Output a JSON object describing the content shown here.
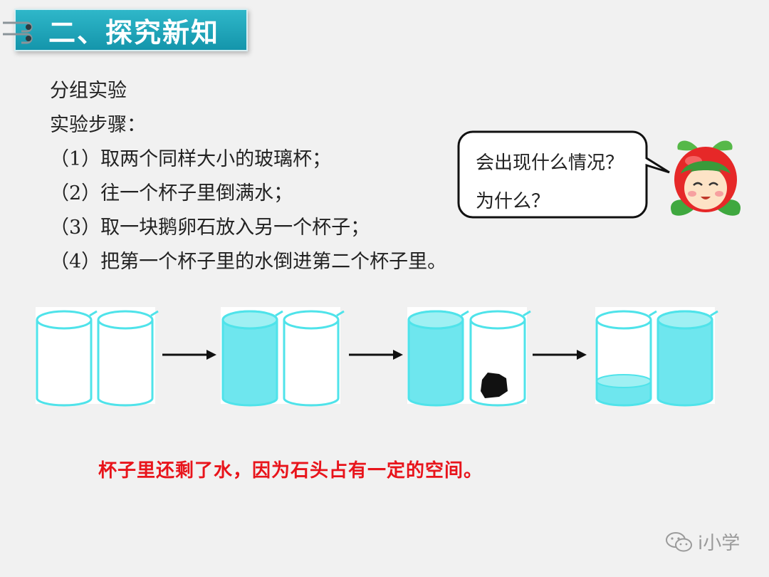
{
  "header": {
    "title": "二、探究新知"
  },
  "lesson": {
    "heading": "分组实验",
    "steps_label": "实验步骤：",
    "steps": [
      "（1）取两个同样大小的玻璃杯；",
      "（2）往一个杯子里倒满水；",
      "（3）取一块鹅卵石放入另一个杯子；",
      "（4）把第一个杯子里的水倒进第二个杯子里。"
    ]
  },
  "speech_bubble": {
    "line1": "会出现什么情况？",
    "line2": "为什么？"
  },
  "illustration": {
    "stages": [
      {
        "left_cup": "empty",
        "right_cup": "empty"
      },
      {
        "left_cup": "full",
        "right_cup": "empty"
      },
      {
        "left_cup": "full",
        "right_cup": "stone"
      },
      {
        "left_cup": "little-water",
        "right_cup": "full"
      }
    ]
  },
  "conclusion": "杯子里还剩了水，因为石头占有一定的空间。",
  "watermark": {
    "icon": "wechat-icon",
    "text": "i小学"
  },
  "colors": {
    "header_bg": "#1aa5b9",
    "cup_outline": "#4fe3ea",
    "water": "#6ee6ee",
    "conclusion": "#e8141b",
    "background": "#f1f1f1"
  }
}
